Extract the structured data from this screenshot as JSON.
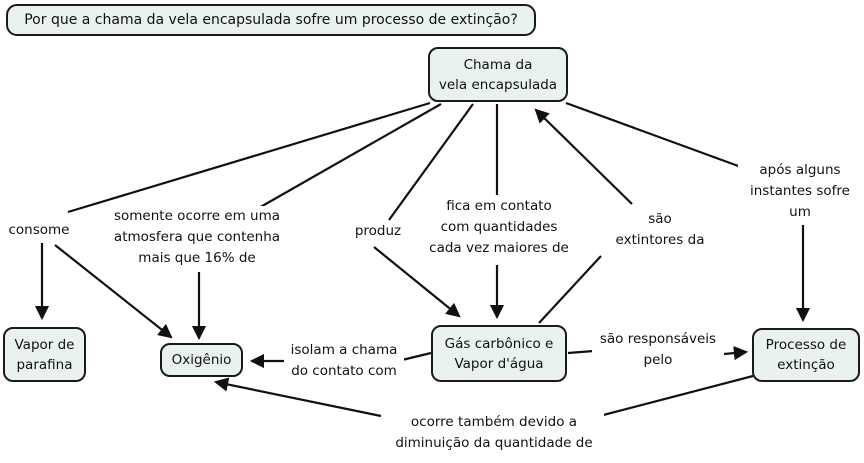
{
  "question": "Por que a chama da vela encapsulada sofre um processo de extinção?",
  "colors": {
    "node_fill": "#e9f1f1",
    "node_border": "#1a1a1a",
    "edge_line": "#111111",
    "background": "#ffffff"
  },
  "concepts": [
    {
      "id": "chama-da-vela",
      "text": "Chama da\nvela encapsulada"
    },
    {
      "id": "vapor-de-parafina",
      "text": "Vapor de\nparafina"
    },
    {
      "id": "oxigenio",
      "text": "Oxigênio"
    },
    {
      "id": "gas-carbonico-vapor-agua",
      "text": "Gás carbônico e\nVapor d'água"
    },
    {
      "id": "processo-de-extincao",
      "text": "Processo de\nextinção"
    }
  ],
  "link_labels": [
    {
      "id": "consome",
      "text": "consome"
    },
    {
      "id": "somente-ocorre",
      "text": "somente ocorre em uma\natmosfera que contenha\nmais que 16% de"
    },
    {
      "id": "produz",
      "text": "produz"
    },
    {
      "id": "fica-em-contato",
      "text": "fica em contato\ncom quantidades\ncada vez maiores de"
    },
    {
      "id": "sao-extintores",
      "text": "são\nextintores da"
    },
    {
      "id": "apos-alguns-instantes",
      "text": "após alguns\ninstantes sofre\num"
    },
    {
      "id": "isolam-a-chama",
      "text": "isolam a chama\ndo contato com"
    },
    {
      "id": "sao-responsaveis",
      "text": "são responsáveis\npelo"
    },
    {
      "id": "ocorre-tambem",
      "text": "ocorre também devido a\ndiminuição da quantidade de"
    }
  ]
}
